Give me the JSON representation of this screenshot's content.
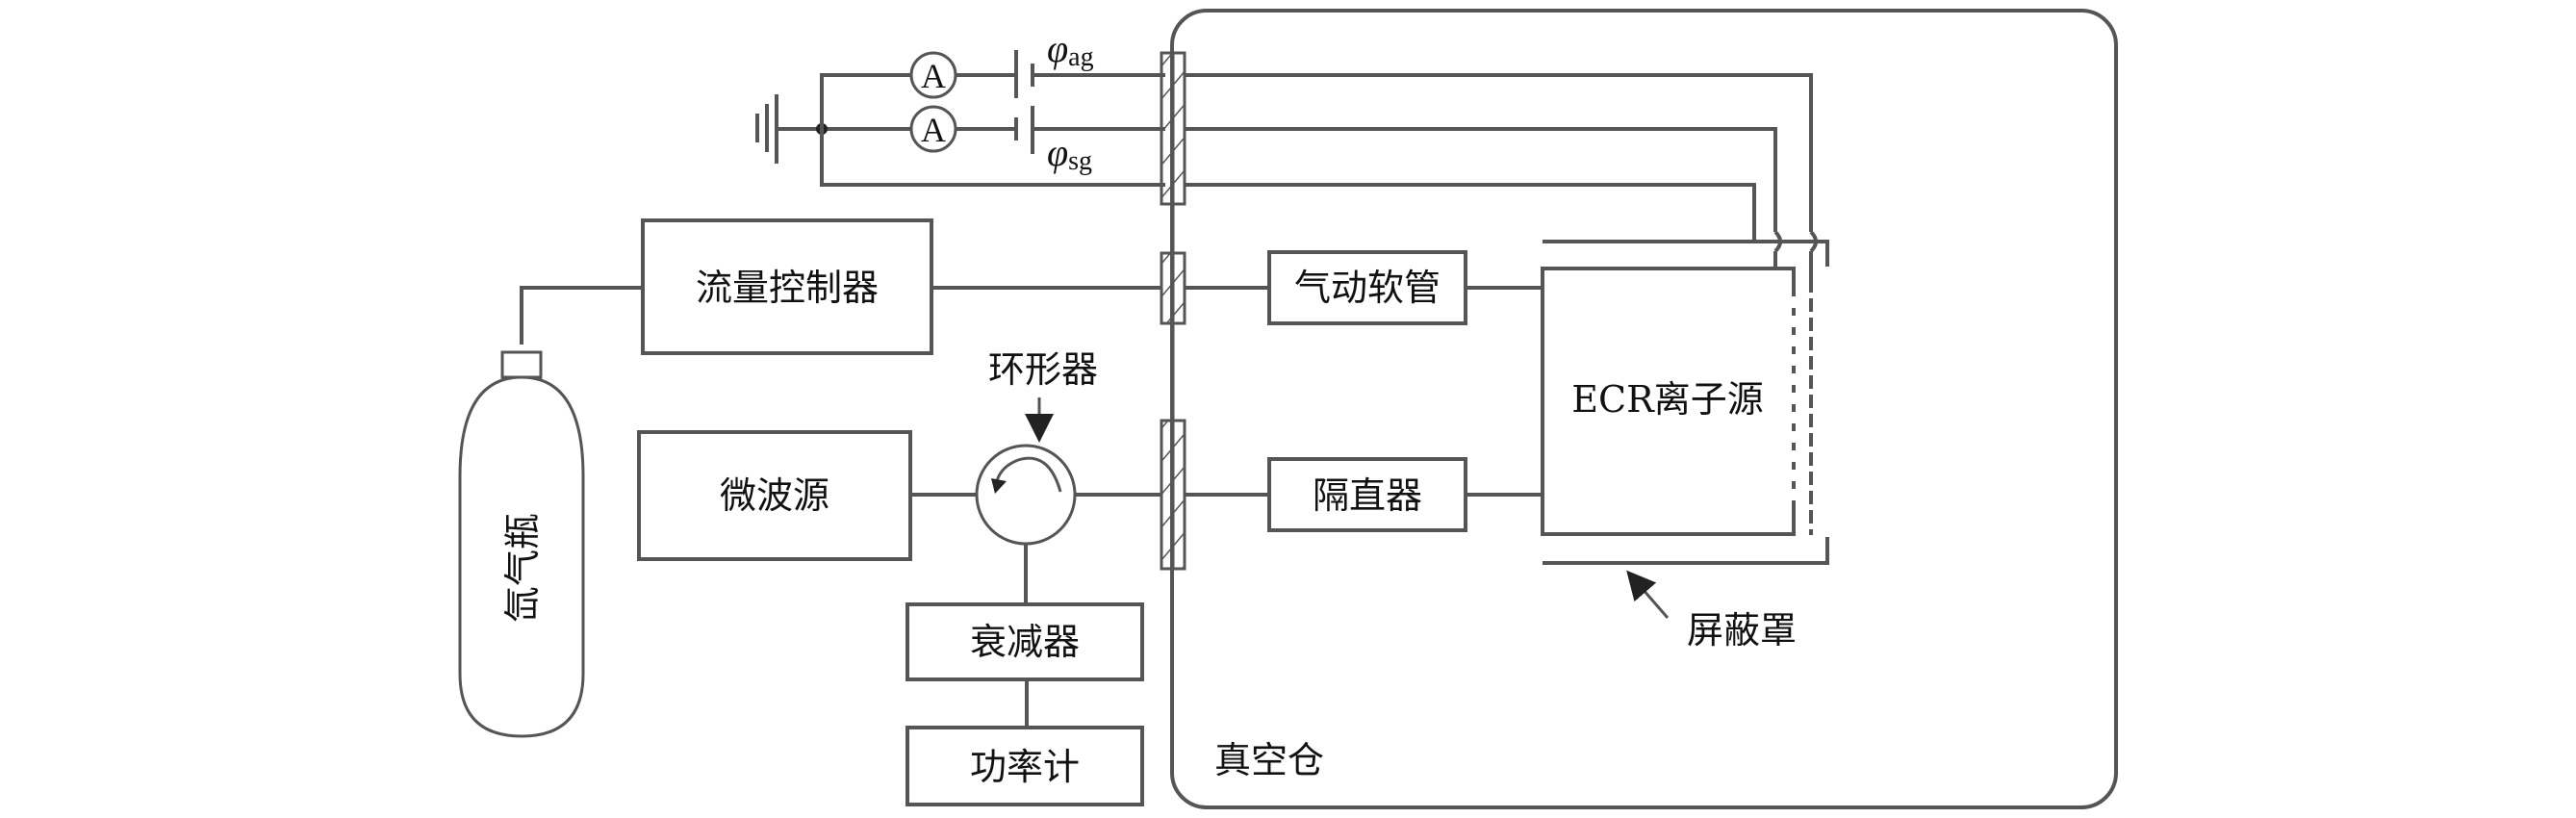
{
  "diagram": {
    "components": {
      "gas_cylinder": "氙气瓶",
      "flow_controller": "流量控制器",
      "microwave_source": "微波源",
      "circulator": "环形器",
      "attenuator": "衰减器",
      "power_meter": "功率计",
      "pneumatic_hose": "气动软管",
      "dc_block": "隔直器",
      "ecr_source": "ECR离子源",
      "shield": "屏蔽罩",
      "vacuum_chamber": "真空仓"
    },
    "circuit": {
      "ammeter_top": "A",
      "ammeter_bottom": "A",
      "phi_symbol": "φ",
      "phi_ag_sub": "ag",
      "phi_sg_sub": "sg"
    },
    "colors": {
      "line": "#555555",
      "text": "#111111"
    }
  }
}
